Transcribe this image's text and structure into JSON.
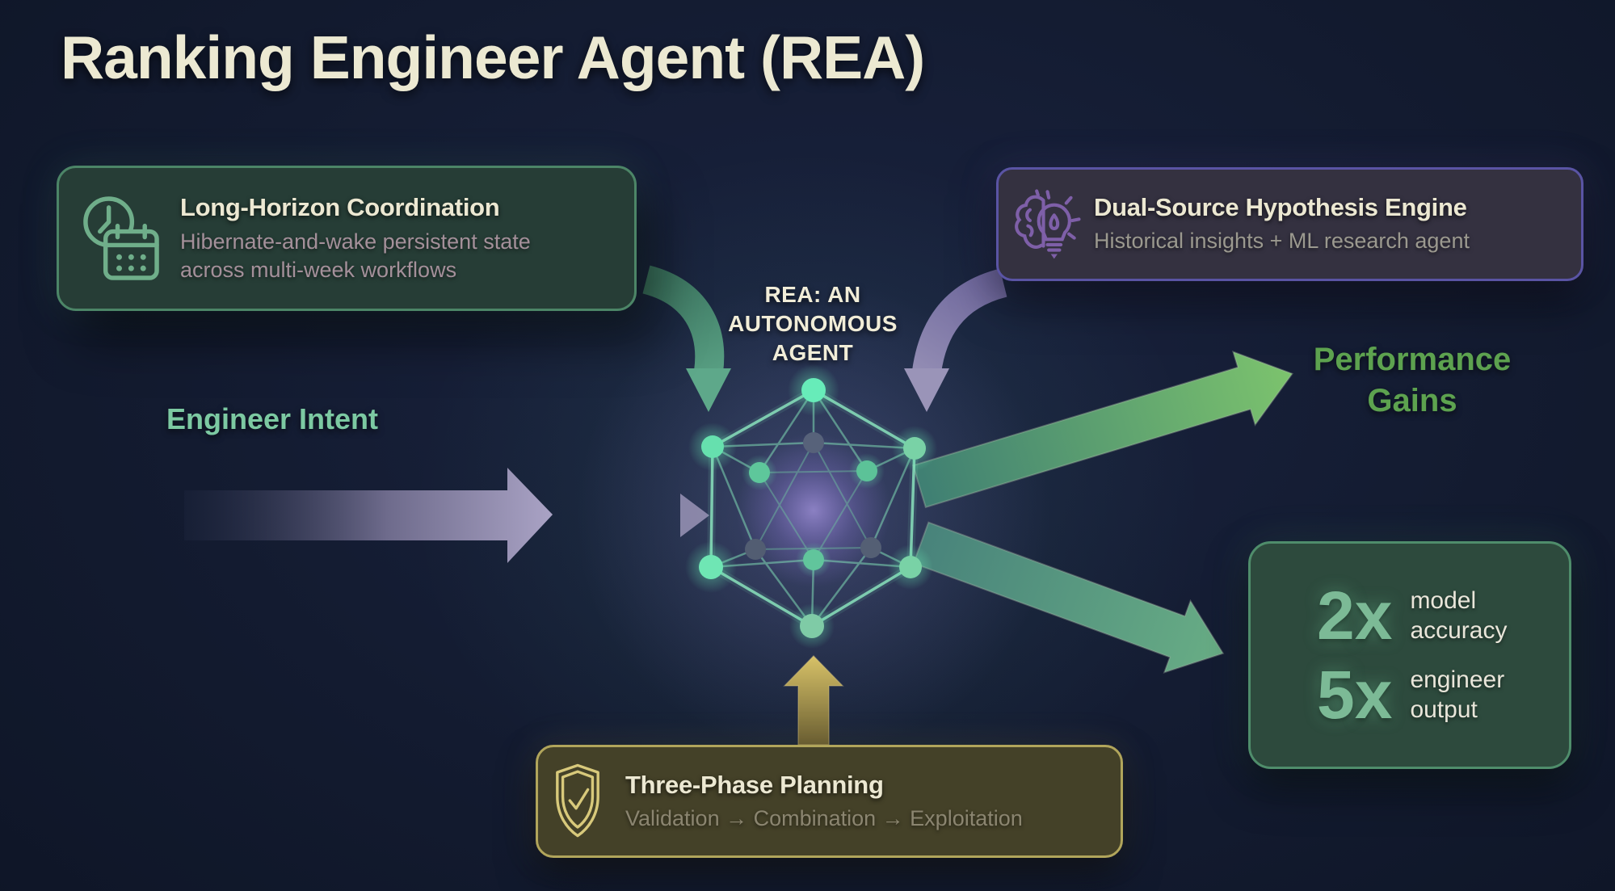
{
  "title": "Ranking Engineer Agent (REA)",
  "center_label": {
    "line1": "REA: AN",
    "line2": "AUTONOMOUS",
    "line3": "AGENT"
  },
  "flow_labels": {
    "input": "Engineer Intent",
    "output_line1": "Performance",
    "output_line2": "Gains"
  },
  "cards": {
    "long_horizon": {
      "icon": "clock-calendar-icon",
      "title": "Long-Horizon Coordination",
      "subtitle_line1": "Hibernate-and-wake persistent state",
      "subtitle_line2": "across multi-week workflows"
    },
    "dual_source": {
      "icon": "brain-lightbulb-icon",
      "title": "Dual-Source Hypothesis Engine",
      "subtitle": "Historical insights + ML research agent"
    },
    "three_phase": {
      "icon": "shield-check-icon",
      "title": "Three-Phase Planning",
      "subtitle": "Validation → Combination → Exploitation"
    },
    "metrics": {
      "rows": [
        {
          "value": "2x",
          "label_line1": "model",
          "label_line2": "accuracy"
        },
        {
          "value": "5x",
          "label_line1": "engineer",
          "label_line2": "output"
        }
      ]
    }
  },
  "colors": {
    "background": "#131b30",
    "title_text": "#ece9d2",
    "green_card_fill": "#263d36",
    "green_card_border": "#4c8567",
    "purple_card_fill": "#343140",
    "purple_card_border": "#5a54a4",
    "gold_card_fill": "#444128",
    "gold_card_border": "#b1a55b",
    "metrics_fill": "#2d4a3d",
    "mint_accent": "#7cc9a2",
    "green_accent": "#5da24f",
    "gold_accent": "#d8c97b",
    "purple_accent": "#7e5fa8"
  }
}
